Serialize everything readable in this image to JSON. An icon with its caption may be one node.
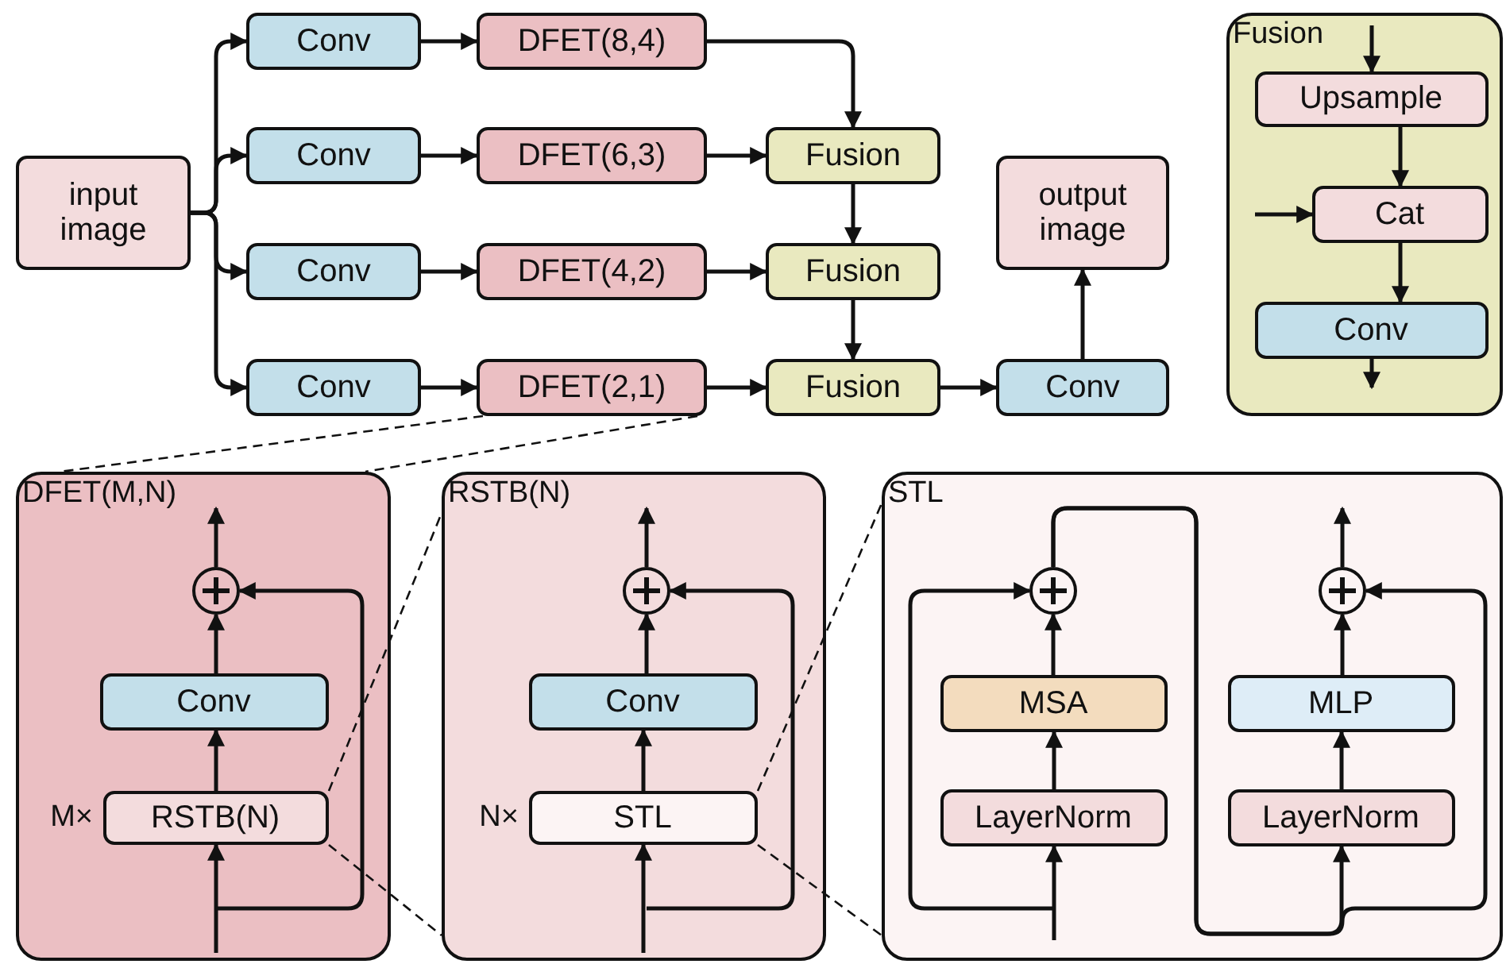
{
  "diagram": {
    "nodes": [
      {
        "text": [
          "input image"
        ]
      },
      {
        "text": [
          "Conv"
        ]
      },
      {
        "text": [
          "DFET(8,4)"
        ]
      },
      {
        "text": [
          "Conv"
        ]
      },
      {
        "text": [
          "DFET(6,3)"
        ]
      },
      {
        "text": [
          "Fusion"
        ]
      },
      {
        "text": [
          "Conv"
        ]
      },
      {
        "text": [
          "DFET(4,2)"
        ]
      },
      {
        "text": [
          "Fusion"
        ]
      },
      {
        "text": [
          "output image"
        ]
      },
      {
        "text": [
          "Conv"
        ]
      },
      {
        "text": [
          "DFET(2,1)"
        ]
      },
      {
        "text": [
          "Fusion"
        ]
      },
      {
        "text": [
          "Conv"
        ]
      },
      {
        "text": [
          "Fusion"
        ]
      },
      {
        "text": [
          "Upsample"
        ],
        "in": 14
      },
      {
        "text": [
          "Cat"
        ],
        "in": 14
      },
      {
        "text": [
          "Conv"
        ],
        "in": 14
      },
      {
        "text": [
          "DFET(M,N)"
        ]
      },
      {
        "text": [],
        "shape": "circle",
        "in": 18
      },
      {
        "text": [
          "Conv"
        ],
        "in": 18
      },
      {
        "text": [
          "RSTB(N)"
        ],
        "in": 18,
        "beside": [
          "M×"
        ]
      },
      {
        "text": [
          "RSTB(N)"
        ]
      },
      {
        "text": [],
        "shape": "circle",
        "in": 22
      },
      {
        "text": [
          "Conv"
        ],
        "in": 22
      },
      {
        "text": [
          "STL"
        ],
        "in": 22,
        "beside": [
          "N×"
        ]
      },
      {
        "text": [
          "STL"
        ]
      },
      {
        "text": [],
        "shape": "circle",
        "in": 26
      },
      {
        "text": [],
        "shape": "circle",
        "in": 26
      },
      {
        "text": [
          "MSA"
        ],
        "in": 26
      },
      {
        "text": [
          "MLP"
        ],
        "in": 26
      },
      {
        "text": [
          "LayerNorm"
        ],
        "in": 26
      },
      {
        "text": [
          "LayerNorm"
        ],
        "in": 26
      }
    ],
    "edges": [
      {
        "from": 0,
        "to": 1,
        "arrow": "to"
      },
      {
        "from": 0,
        "to": 3,
        "arrow": "to"
      },
      {
        "from": 0,
        "to": 6,
        "arrow": "to"
      },
      {
        "from": 0,
        "to": 10,
        "arrow": "to"
      },
      {
        "from": 1,
        "to": 2,
        "arrow": "to"
      },
      {
        "from": 3,
        "to": 4,
        "arrow": "to"
      },
      {
        "from": 6,
        "to": 7,
        "arrow": "to"
      },
      {
        "from": 10,
        "to": 11,
        "arrow": "to"
      },
      {
        "from": 2,
        "to": 5,
        "arrow": "to"
      },
      {
        "from": 4,
        "to": 5,
        "arrow": "to"
      },
      {
        "from": 5,
        "to": 8,
        "arrow": "to"
      },
      {
        "from": 7,
        "to": 8,
        "arrow": "to"
      },
      {
        "from": 8,
        "to": 12,
        "arrow": "to"
      },
      {
        "from": 11,
        "to": 12,
        "arrow": "to"
      },
      {
        "from": 12,
        "to": 13,
        "arrow": "to"
      },
      {
        "from": 13,
        "to": 9,
        "arrow": "to"
      },
      {
        "from": null,
        "to": 15,
        "arrow": "to"
      },
      {
        "from": 15,
        "to": 16,
        "arrow": "to"
      },
      {
        "from": null,
        "to": 16,
        "arrow": "to"
      },
      {
        "from": 16,
        "to": 17,
        "arrow": "to"
      },
      {
        "from": 17,
        "to": null,
        "arrow": "to"
      },
      {
        "from": 11,
        "to": 18,
        "arrow": "none",
        "style": "dashed"
      },
      {
        "from": 11,
        "to": 18,
        "arrow": "none",
        "style": "dashed"
      },
      {
        "from": null,
        "to": 21,
        "arrow": "to"
      },
      {
        "from": 21,
        "to": 20,
        "arrow": "to"
      },
      {
        "from": 20,
        "to": 19,
        "arrow": "to"
      },
      {
        "from": null,
        "to": 19,
        "arrow": "to"
      },
      {
        "from": 19,
        "to": null,
        "arrow": "to"
      },
      {
        "from": 21,
        "to": 22,
        "arrow": "none",
        "style": "dashed"
      },
      {
        "from": 21,
        "to": 22,
        "arrow": "none",
        "style": "dashed"
      },
      {
        "from": null,
        "to": 25,
        "arrow": "to"
      },
      {
        "from": 25,
        "to": 24,
        "arrow": "to"
      },
      {
        "from": 24,
        "to": 23,
        "arrow": "to"
      },
      {
        "from": null,
        "to": 23,
        "arrow": "to"
      },
      {
        "from": 23,
        "to": null,
        "arrow": "to"
      },
      {
        "from": 25,
        "to": 26,
        "arrow": "none",
        "style": "dashed"
      },
      {
        "from": 25,
        "to": 26,
        "arrow": "none",
        "style": "dashed"
      },
      {
        "from": null,
        "to": 31,
        "arrow": "to"
      },
      {
        "from": 31,
        "to": 29,
        "arrow": "to"
      },
      {
        "from": 29,
        "to": 27,
        "arrow": "to"
      },
      {
        "from": null,
        "to": 27,
        "arrow": "to"
      },
      {
        "from": 27,
        "to": 32,
        "arrow": "to"
      },
      {
        "from": 27,
        "to": 28,
        "arrow": "to"
      },
      {
        "from": 32,
        "to": 30,
        "arrow": "to"
      },
      {
        "from": 30,
        "to": 28,
        "arrow": "to"
      },
      {
        "from": 28,
        "to": null,
        "arrow": "to"
      }
    ]
  }
}
